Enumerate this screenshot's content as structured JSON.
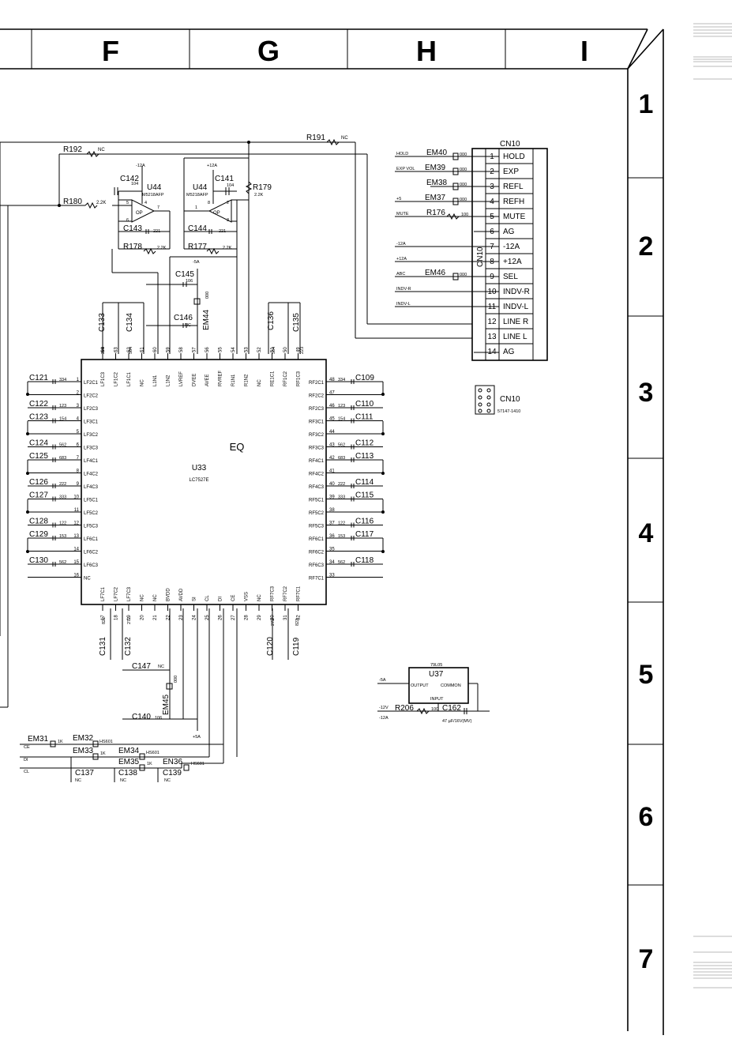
{
  "columns": [
    "F",
    "G",
    "H",
    "I"
  ],
  "rows": [
    "1",
    "2",
    "3",
    "4",
    "5",
    "6",
    "7"
  ],
  "ic": {
    "title": "EQ",
    "ref": "U33",
    "part": "LC7527E"
  },
  "opamps": [
    {
      "ref": "U44",
      "part": "M5218AFP",
      "op": "OP",
      "supply": "-12A",
      "pins": [
        "5",
        "6",
        "4",
        "7"
      ]
    },
    {
      "ref": "U44",
      "part": "M5218AFP",
      "op": "OP",
      "supply": "+12A",
      "pins": [
        "1",
        "2",
        "8",
        "3"
      ]
    }
  ],
  "top_parts": {
    "r191": "R191",
    "r191_v": "NC",
    "r192": "R192",
    "r192_v": "NC",
    "r180": "R180",
    "r180_v": "2.2K",
    "r179": "R179",
    "r179_v": "2.2K",
    "r178": "R178",
    "r178_v": "2.2K",
    "r177": "R177",
    "r177_v": "2.2K",
    "c142": "C142",
    "c142_v": "104",
    "c141": "C141",
    "c141_v": "104",
    "c143": "C143",
    "c143_v": "221",
    "c144": "C144",
    "c144_v": "221",
    "c145": "C145",
    "c145_v": "106",
    "neg5": "-5A",
    "c146": "C146",
    "c146_v": "NC",
    "em44": "EM44",
    "em44_v": "000",
    "c133": "C133",
    "c133_v": "223",
    "c134": "C134",
    "c134_v": "584",
    "c136": "C136",
    "c136_v": "584",
    "c135": "C135",
    "c135_v": "223"
  },
  "top_pins": [
    {
      "n": "64",
      "name": "LF1C3"
    },
    {
      "n": "63",
      "name": "LF1C2"
    },
    {
      "n": "62",
      "name": "LF1C1"
    },
    {
      "n": "61",
      "name": "NC"
    },
    {
      "n": "60",
      "name": "L1N1"
    },
    {
      "n": "59",
      "name": "L1N2"
    },
    {
      "n": "58",
      "name": "LVREF"
    },
    {
      "n": "57",
      "name": "DVEE"
    },
    {
      "n": "56",
      "name": "AVEE"
    },
    {
      "n": "55",
      "name": "RVREF"
    },
    {
      "n": "54",
      "name": "R1N1"
    },
    {
      "n": "53",
      "name": "R1N2"
    },
    {
      "n": "52",
      "name": "NC"
    },
    {
      "n": "51",
      "name": "RE1C1"
    },
    {
      "n": "50",
      "name": "RF1C2"
    },
    {
      "n": "49",
      "name": "RF1C3"
    }
  ],
  "left_pins": [
    {
      "n": "1",
      "name": "LF2C1",
      "cap": "C121",
      "val": "334"
    },
    {
      "n": "2",
      "name": "LF2C2",
      "cap": "",
      "val": ""
    },
    {
      "n": "3",
      "name": "LF2C3",
      "cap": "C122",
      "val": "123"
    },
    {
      "n": "4",
      "name": "LF3C1",
      "cap": "C123",
      "val": "154"
    },
    {
      "n": "5",
      "name": "LF3C2",
      "cap": "",
      "val": ""
    },
    {
      "n": "6",
      "name": "LF3C3",
      "cap": "C124",
      "val": "562"
    },
    {
      "n": "7",
      "name": "LF4C1",
      "cap": "C125",
      "val": "683"
    },
    {
      "n": "8",
      "name": "LF4C2",
      "cap": "",
      "val": ""
    },
    {
      "n": "9",
      "name": "LF4C3",
      "cap": "C126",
      "val": "222"
    },
    {
      "n": "10",
      "name": "LF5C1",
      "cap": "C127",
      "val": "333"
    },
    {
      "n": "11",
      "name": "LF5C2",
      "cap": "",
      "val": ""
    },
    {
      "n": "12",
      "name": "LF5C3",
      "cap": "C128",
      "val": "122"
    },
    {
      "n": "13",
      "name": "LF6C1",
      "cap": "C129",
      "val": "153"
    },
    {
      "n": "14",
      "name": "LF6C2",
      "cap": "",
      "val": ""
    },
    {
      "n": "15",
      "name": "LF6C3",
      "cap": "C130",
      "val": "562"
    },
    {
      "n": "16",
      "name": "NC",
      "cap": "",
      "val": ""
    }
  ],
  "right_pins": [
    {
      "n": "48",
      "name": "RF2C1",
      "cap": "C109",
      "val": "334"
    },
    {
      "n": "47",
      "name": "RF2C2",
      "cap": "",
      "val": ""
    },
    {
      "n": "46",
      "name": "RF2C3",
      "cap": "C110",
      "val": "123"
    },
    {
      "n": "45",
      "name": "RF3C1",
      "cap": "C111",
      "val": "154"
    },
    {
      "n": "44",
      "name": "RF3C2",
      "cap": "",
      "val": ""
    },
    {
      "n": "43",
      "name": "RF3C3",
      "cap": "C112",
      "val": "562"
    },
    {
      "n": "42",
      "name": "RF4C1",
      "cap": "C113",
      "val": "683"
    },
    {
      "n": "41",
      "name": "RF4C2",
      "cap": "",
      "val": ""
    },
    {
      "n": "40",
      "name": "RF4C3",
      "cap": "C114",
      "val": "222"
    },
    {
      "n": "39",
      "name": "RF5C1",
      "cap": "C115",
      "val": "333"
    },
    {
      "n": "38",
      "name": "RF5C2",
      "cap": "",
      "val": ""
    },
    {
      "n": "37",
      "name": "RF5C3",
      "cap": "C116",
      "val": "122"
    },
    {
      "n": "36",
      "name": "RF6C1",
      "cap": "C117",
      "val": "153"
    },
    {
      "n": "35",
      "name": "RF6C2",
      "cap": "",
      "val": ""
    },
    {
      "n": "34",
      "name": "RF6C3",
      "cap": "C118",
      "val": "562"
    },
    {
      "n": "33",
      "name": "RF7C1",
      "cap": "",
      "val": ""
    }
  ],
  "bottom_pins": [
    {
      "n": "17",
      "name": "LF7C1"
    },
    {
      "n": "18",
      "name": "LF7C2"
    },
    {
      "n": "19",
      "name": "LF7C3"
    },
    {
      "n": "20",
      "name": "NC"
    },
    {
      "n": "21",
      "name": "NC"
    },
    {
      "n": "22",
      "name": "BVDD"
    },
    {
      "n": "23",
      "name": "AVDD"
    },
    {
      "n": "24",
      "name": "SI"
    },
    {
      "n": "25",
      "name": "CL"
    },
    {
      "n": "26",
      "name": "DI"
    },
    {
      "n": "27",
      "name": "CE"
    },
    {
      "n": "28",
      "name": "VSS"
    },
    {
      "n": "29",
      "name": "NC"
    },
    {
      "n": "30",
      "name": "RF7C3"
    },
    {
      "n": "31",
      "name": "RF7C2"
    },
    {
      "n": "32",
      "name": "RF7C1"
    }
  ],
  "bottom_parts": {
    "c131": "C131",
    "c131_v": "822",
    "c132": "C132",
    "c132_v": "272",
    "c120": "C120",
    "c120_v": "272",
    "c119": "C119",
    "c119_v": "822",
    "c147": "C147",
    "c147_v": "NC",
    "em45": "EM45",
    "em45_v": "000",
    "c140": "C140",
    "c140_v": "106",
    "pos5": "+5A"
  },
  "control": {
    "em31": "EM31",
    "em31_v": "1K",
    "em32": "EM32",
    "em32_v": "HS601",
    "em33": "EM33",
    "em33_v": "1K",
    "em34": "EM34",
    "em34_v": "HS601",
    "em35": "EM35",
    "em35_v": "1K",
    "en36": "EN36",
    "en36_v": "HS601",
    "ce": "CE",
    "di": "DI",
    "cl": "CL",
    "c137": "C137",
    "c137_v": "NC",
    "c138": "C138",
    "c138_v": "NC",
    "c139": "C139",
    "c139_v": "NC"
  },
  "cn10": {
    "title": "CN10",
    "side": "CN10",
    "part": "57147-1410",
    "pins": [
      {
        "n": "1",
        "name": "HOLD"
      },
      {
        "n": "2",
        "name": "EXP"
      },
      {
        "n": "3",
        "name": "REFL"
      },
      {
        "n": "4",
        "name": "REFH"
      },
      {
        "n": "5",
        "name": "MUTE"
      },
      {
        "n": "6",
        "name": "AG"
      },
      {
        "n": "7",
        "name": "-12A"
      },
      {
        "n": "8",
        "name": "+12A"
      },
      {
        "n": "9",
        "name": "SEL"
      },
      {
        "n": "10",
        "name": "INDV-R"
      },
      {
        "n": "11",
        "name": "INDV-L"
      },
      {
        "n": "12",
        "name": "LINE R"
      },
      {
        "n": "13",
        "name": "LINE L"
      },
      {
        "n": "14",
        "name": "AG"
      }
    ],
    "conn": {
      "hold": "HOLD",
      "em40": "EM40",
      "em40_v": "000",
      "expvol": "EXP VOL",
      "em39": "EM39",
      "em39_v": "000",
      "em38": "EM38",
      "em38_v": "000",
      "p5": "+5",
      "em37": "EM37",
      "em37_v": "000",
      "mute": "MUTE",
      "r176": "R176",
      "r176_v": "100",
      "m12": "-12A",
      "p12": "+12A",
      "abc": "ABC",
      "em46": "EM46",
      "em46_v": "000",
      "indvr": "INDV-R",
      "indvl": "INDV-L"
    }
  },
  "regulator": {
    "part": "79L05",
    "ref": "U37",
    "output": "OUTPUT",
    "common": "COMMON",
    "input": "INPUT",
    "out_net": "-5A",
    "in_net": "-12V",
    "in_net2": "-12A",
    "r206": "R206",
    "r206_v": "100",
    "c162": "C162",
    "c162_v": "47 µF/16V(MV)"
  }
}
